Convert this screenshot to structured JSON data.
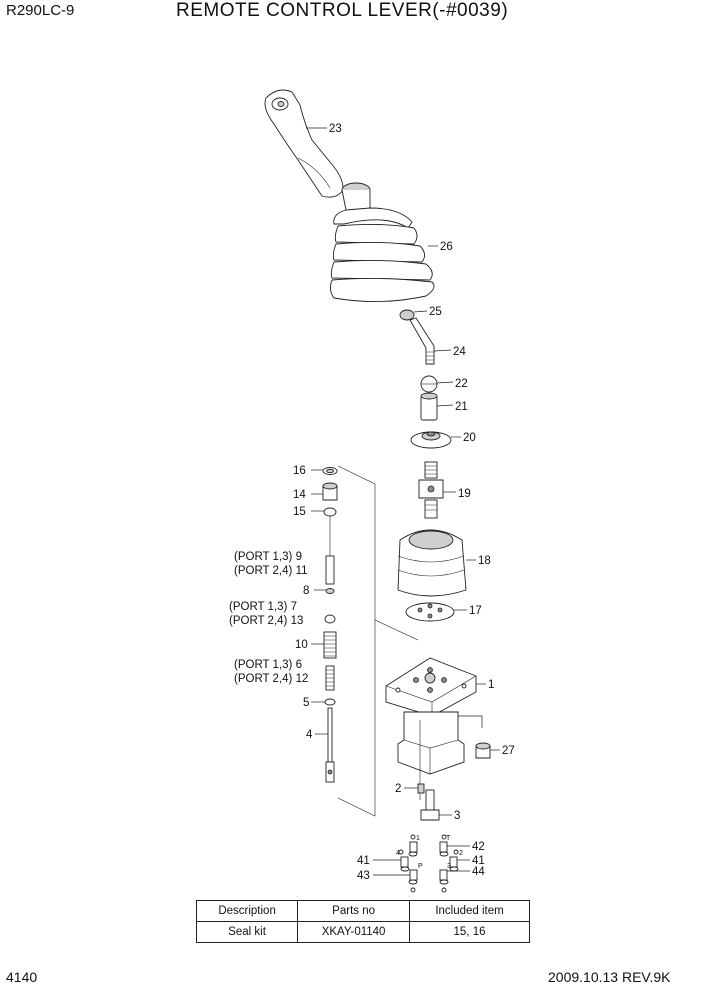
{
  "header": {
    "model": "R290LC-9",
    "title": "REMOTE CONTROL LEVER(-#0039)"
  },
  "footer": {
    "page_number": "4140",
    "date_revision": "2009.10.13  REV.9K"
  },
  "callouts": {
    "c1": "1",
    "c2": "2",
    "c3": "3",
    "c4": "4",
    "c5": "5",
    "c8": "8",
    "c10": "10",
    "c14": "14",
    "c15": "15",
    "c16": "16",
    "c17": "17",
    "c18": "18",
    "c19": "19",
    "c20": "20",
    "c21": "21",
    "c22": "22",
    "c23": "23",
    "c24": "24",
    "c25": "25",
    "c26": "26",
    "c27": "27",
    "c41a": "41",
    "c41b": "41",
    "c42": "42",
    "c43": "43",
    "c44": "44",
    "port_9": "(PORT 1,3) 9",
    "port_11": "(PORT 2,4) 11",
    "port_7": "(PORT 1,3)  7",
    "port_13": "(PORT 2,4) 13",
    "port_6": "(PORT 1,3) 6",
    "port_12": "(PORT 2,4) 12",
    "port_mark_1": "1",
    "port_mark_2": "2",
    "port_mark_3": "3",
    "port_mark_4": "4",
    "port_mark_p": "P",
    "port_mark_t": "T"
  },
  "seal_kit_table": {
    "headers": [
      "Description",
      "Parts no",
      "Included item"
    ],
    "rows": [
      [
        "Seal kit",
        "XKAY-01140",
        "15, 16"
      ]
    ]
  }
}
